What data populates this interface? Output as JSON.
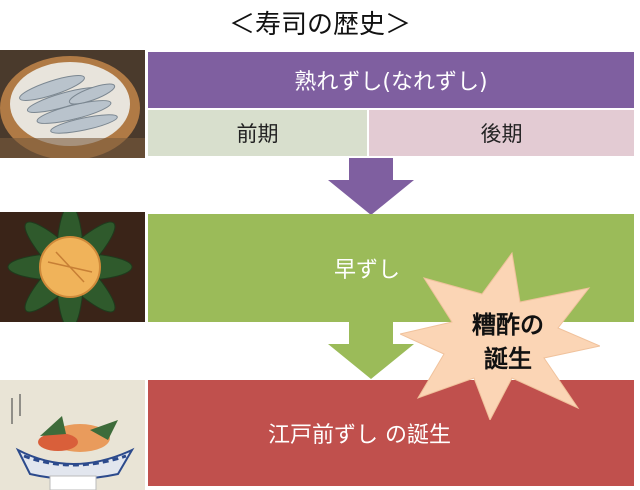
{
  "title": "＜寿司の歴史＞",
  "stages": {
    "nare": {
      "label": "熟れずし(なれずし)",
      "early": "前期",
      "late": "後期"
    },
    "haya": {
      "label": "早ずし"
    },
    "edomae": {
      "label": "江戸前ずし の誕生"
    }
  },
  "burst": {
    "line1": "糟酢の",
    "line2": "誕生"
  },
  "colors": {
    "purple": "#7f5fa0",
    "early": "#d8dfcd",
    "late": "#e3cbd3",
    "green": "#9bbb59",
    "red": "#c0504d",
    "burst": "#fbd5b5"
  }
}
